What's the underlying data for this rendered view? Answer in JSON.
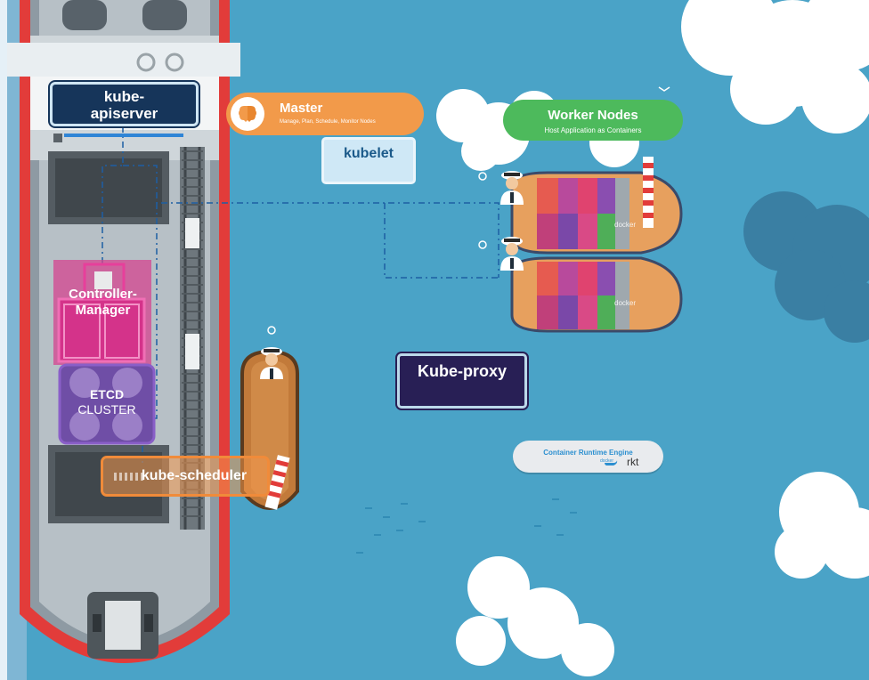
{
  "labels": {
    "kube_apiserver": "kube-apiserver",
    "master_title": "Master",
    "master_subtitle": "Manage, Plan, Schedule, Monitor Nodes",
    "worker_title": "Worker Nodes",
    "worker_subtitle": "Host Application as Containers",
    "kubelet": "kubelet",
    "controller_manager": "Controller-Manager",
    "etcd_title": "ETCD",
    "etcd_subtitle": "CLUSTER",
    "kube_scheduler": "kube-scheduler",
    "kube_proxy": "Kube-proxy",
    "runtime_title": "Container Runtime Engine",
    "runtime_docker": "docker",
    "runtime_rkt": "rkt",
    "worker_ship_1_engine": "docker",
    "worker_ship_2_engine": "docker"
  },
  "icons": {
    "master": "brain-icon",
    "runtime": "docker-whale-icon",
    "rkt": "rkt-logo-icon",
    "captain": "captain-icon"
  },
  "colors": {
    "ocean": "#4aa3c7",
    "master_orange": "#f29a4a",
    "worker_green": "#4dba5c",
    "apiserver_navy": "#16355a",
    "proxy_purple": "#281f55",
    "controller_magenta": "#e0338f",
    "etcd_purple": "#7a4bb0",
    "ship_red": "#e23c3a"
  }
}
